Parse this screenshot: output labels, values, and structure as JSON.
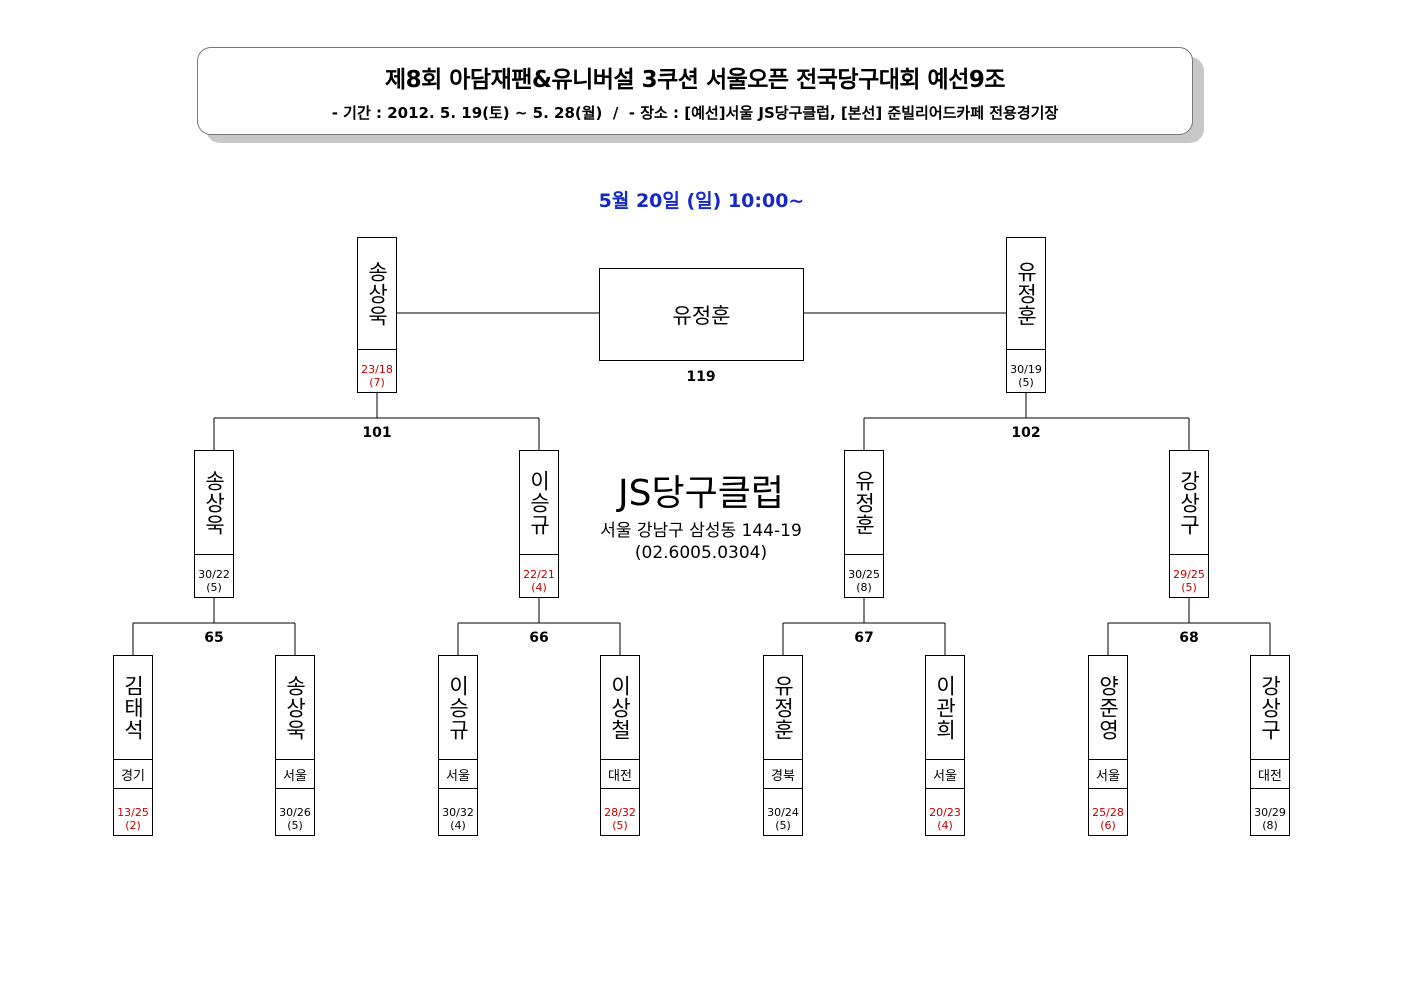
{
  "header": {
    "title": "제8회 아담재팬&유니버설 3쿠션 서울오픈 전국당구대회 예선9조",
    "subtitle": "- 기간 : 2012. 5. 19(토) ~ 5. 28(월)  /  - 장소 : [예선]서울 JS당구클럽, [본선] 준빌리어드카페 전용경기장"
  },
  "schedule": {
    "date_time": "5월 20일 (일) 10:00~"
  },
  "venue": {
    "name": "JS당구클럽",
    "address": "서울 강남구 삼성동 144-19",
    "phone": "(02.6005.0304)"
  },
  "winner": {
    "name": "유정훈",
    "match_no": "119"
  },
  "semifinal": [
    {
      "name": "송상욱",
      "score": "23/18",
      "innings": "(7)",
      "lost": true
    },
    {
      "name": "유정훈",
      "score": "30/19",
      "innings": "(5)",
      "lost": false
    }
  ],
  "round2_matches": [
    "101",
    "102"
  ],
  "round2": [
    {
      "name": "송상욱",
      "score": "30/22",
      "innings": "(5)",
      "lost": false
    },
    {
      "name": "이승규",
      "score": "22/21",
      "innings": "(4)",
      "lost": true
    },
    {
      "name": "유정훈",
      "score": "30/25",
      "innings": "(8)",
      "lost": false
    },
    {
      "name": "강상구",
      "score": "29/25",
      "innings": "(5)",
      "lost": true
    }
  ],
  "round1_matches": [
    "65",
    "66",
    "67",
    "68"
  ],
  "round1": [
    {
      "name": "김태석",
      "region": "경기",
      "score": "13/25",
      "innings": "(2)",
      "lost": true
    },
    {
      "name": "송상욱",
      "region": "서울",
      "score": "30/26",
      "innings": "(5)",
      "lost": false
    },
    {
      "name": "이승규",
      "region": "서울",
      "score": "30/32",
      "innings": "(4)",
      "lost": false
    },
    {
      "name": "이상철",
      "region": "대전",
      "score": "28/32",
      "innings": "(5)",
      "lost": true
    },
    {
      "name": "유정훈",
      "region": "경북",
      "score": "30/24",
      "innings": "(5)",
      "lost": false
    },
    {
      "name": "이관희",
      "region": "서울",
      "score": "20/23",
      "innings": "(4)",
      "lost": true
    },
    {
      "name": "양준영",
      "region": "서울",
      "score": "25/28",
      "innings": "(6)",
      "lost": true
    },
    {
      "name": "강상구",
      "region": "대전",
      "score": "30/29",
      "innings": "(8)",
      "lost": false
    }
  ],
  "colors": {
    "loss_score": "#c00000",
    "date_blue": "#1528c8"
  }
}
